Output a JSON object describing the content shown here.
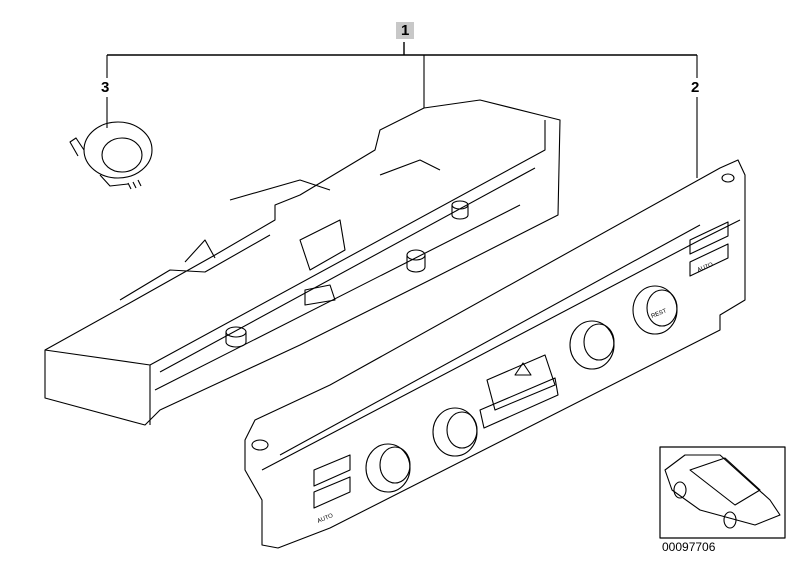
{
  "callouts": {
    "part1": "1",
    "part2": "2",
    "part3": "3"
  },
  "panel_labels": {
    "auto_left": "AUTO",
    "auto_right": "AUTO",
    "rest": "REST"
  },
  "reference_number": "00097706",
  "icons": [
    "climate-control-panel",
    "housing-bracket",
    "ring-actuator",
    "car-locator-thumbnail"
  ]
}
